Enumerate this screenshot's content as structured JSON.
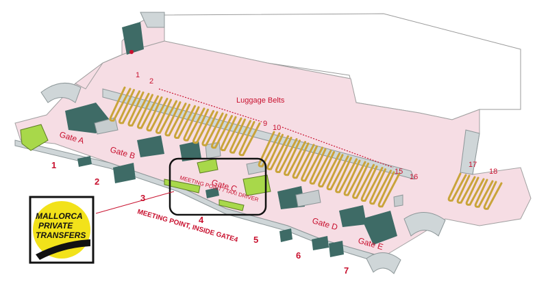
{
  "map": {
    "luggage_label": "Luggage Belts",
    "belts": {
      "first": "1",
      "second": "2",
      "mid_a": "9",
      "mid_b": "10",
      "end_a": "15",
      "end_b": "16",
      "east_a": "17",
      "east_b": "18"
    },
    "gates": {
      "a": "Gate A",
      "b": "Gate B",
      "c": "Gate C",
      "d": "Gate D",
      "e": "Gate E"
    },
    "exits": [
      "1",
      "2",
      "3",
      "4",
      "5",
      "6",
      "7"
    ],
    "meeting_point_gate": "MEETING POINT / TAXI DRIVER",
    "meeting_point_main": "MEETING POINT, INSIDE GATE4",
    "colors": {
      "floor": "#f6dde4",
      "wall": "#cfd6d8",
      "dark_block": "#3e6b66",
      "highlight": "#a8d84a",
      "belt": "#c9a43a",
      "label": "#c8102e",
      "callout": "#111111"
    }
  },
  "logo": {
    "line1": "MALLORCA",
    "line2": "PRIVATE",
    "line3": "TRANSFERS",
    "accent_color": "#f2e21a"
  }
}
